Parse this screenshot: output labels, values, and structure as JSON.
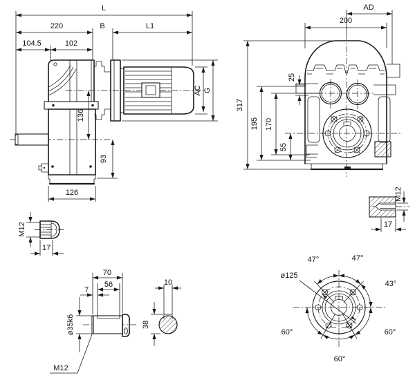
{
  "colors": {
    "line": "#1b1b1b",
    "background": "#ffffff"
  },
  "side_view": {
    "dims": {
      "L": "L",
      "d220": "220",
      "B": "B",
      "L1": "L1",
      "d104_5": "104.5",
      "d102": "102",
      "d136": "136",
      "d93": "93",
      "AC": "AC",
      "G": "G",
      "d126": "126"
    }
  },
  "front_view": {
    "dims": {
      "AD": "AD",
      "d200": "200",
      "d317": "317",
      "d195": "195",
      "d170": "170",
      "d55": "55",
      "d25": "25"
    }
  },
  "input_shaft_end_detail": {
    "dims": {
      "thread": "M12",
      "d17": "17"
    }
  },
  "hub_end_detail": {
    "dims": {
      "thread": "M12",
      "d17": "17"
    }
  },
  "output_shaft_detail": {
    "dims": {
      "d70": "70",
      "d56": "56",
      "d7": "7",
      "dia": "ø35k6",
      "thread": "M12",
      "d38": "38",
      "d10": "10"
    }
  },
  "bolt_circle_detail": {
    "dims": {
      "dia": "ø125",
      "a47_left": "47°",
      "a47_right": "47°",
      "a43": "43°",
      "a60_right": "60°",
      "a60_bottom": "60°",
      "a60_left": "60°"
    }
  }
}
